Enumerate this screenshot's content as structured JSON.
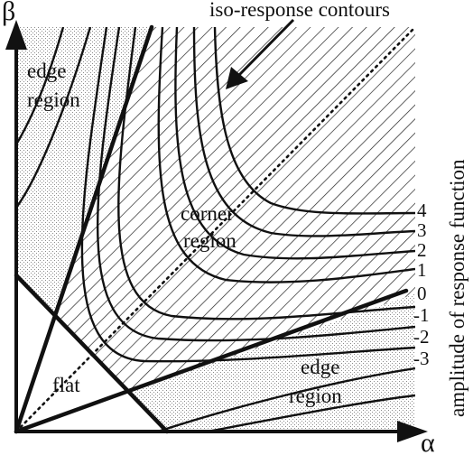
{
  "title_fragment": "iso-response contours",
  "axes": {
    "x_symbol": "α",
    "y_symbol": "β"
  },
  "regions": {
    "edge_upper": [
      "edge",
      "region"
    ],
    "edge_lower": [
      "edge",
      "region"
    ],
    "corner": [
      "corner",
      "region"
    ],
    "flat": "flat"
  },
  "contour_levels": [
    "4",
    "3",
    "2",
    "1",
    "0",
    "-1",
    "-2",
    "-3"
  ],
  "side_label": "amplitude of response function",
  "colors": {
    "ink": "#111111",
    "stipple": "#d9d9d9",
    "hatch": "#222222",
    "background": "#ffffff"
  }
}
